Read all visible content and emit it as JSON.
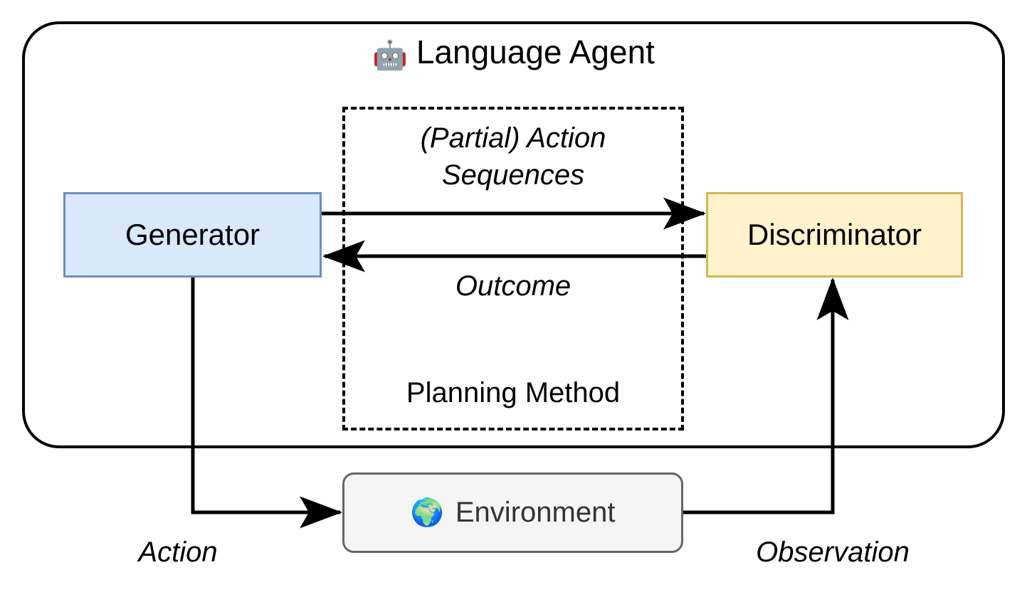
{
  "diagram": {
    "title": "Language Agent",
    "title_icon": "robot-icon",
    "title_emoji": "🤖",
    "nodes": {
      "generator": {
        "label": "Generator",
        "fill": "#dae8fc",
        "stroke": "#6c8ebf"
      },
      "discriminator": {
        "label": "Discriminator",
        "fill": "#fff2cc",
        "stroke": "#d6b656"
      },
      "environment": {
        "label": "Environment",
        "icon": "globe-icon",
        "emoji": "🌍",
        "fill": "#f5f5f5",
        "stroke": "#666666"
      }
    },
    "planning_region": {
      "label": "Planning Method",
      "border_style": "dashed",
      "stroke": "#000000"
    },
    "edge_labels": {
      "action_sequences_line1": "(Partial) Action",
      "action_sequences_line2": "Sequences",
      "outcome": "Outcome",
      "action": "Action",
      "observation": "Observation"
    }
  }
}
